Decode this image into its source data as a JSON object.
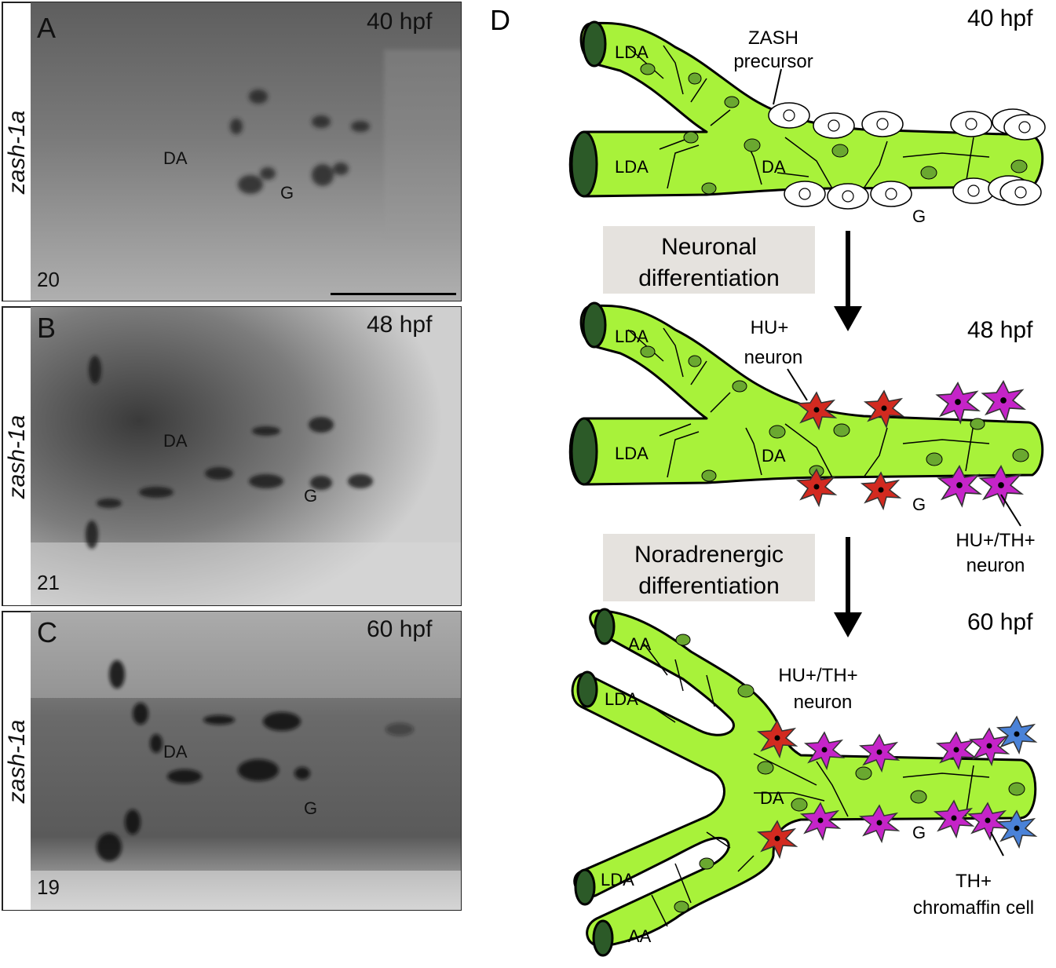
{
  "panels": [
    {
      "letter": "A",
      "stage": "40 hpf",
      "gene": "zash-1a",
      "count": "20",
      "labels": [
        "DA",
        "G"
      ]
    },
    {
      "letter": "B",
      "stage": "48 hpf",
      "gene": "zash-1a",
      "count": "21",
      "labels": [
        "DA",
        "G"
      ]
    },
    {
      "letter": "C",
      "stage": "60 hpf",
      "gene": "zash-1a",
      "count": "19",
      "labels": [
        "DA",
        "G"
      ]
    }
  ],
  "diagram": {
    "letter": "D",
    "stages": [
      "40 hpf",
      "48 hpf",
      "60 hpf"
    ],
    "steps": [
      {
        "line1": "Neuronal",
        "line2": "differentiation"
      },
      {
        "line1": "Noradrenergic",
        "line2": "differentiation"
      }
    ],
    "labels": {
      "lda": "LDA",
      "da": "DA",
      "aa": "AA",
      "g": "G",
      "zash_l1": "ZASH",
      "zash_l2": "precursor",
      "hu_l1": "HU+",
      "hu_l2": "neuron",
      "huth_l1": "HU+/TH+",
      "huth_l2": "neuron",
      "th_l1": "TH+",
      "th_l2": "chromaffin cell"
    }
  },
  "colors": {
    "vessel": "#a8f23a",
    "nucleus": "#6aa830",
    "lumen": "#2c5a28",
    "hu_neuron": "#d22a20",
    "huth_neuron": "#c524c8",
    "chromaffin": "#4a82d8",
    "box": "#e5e2de"
  }
}
